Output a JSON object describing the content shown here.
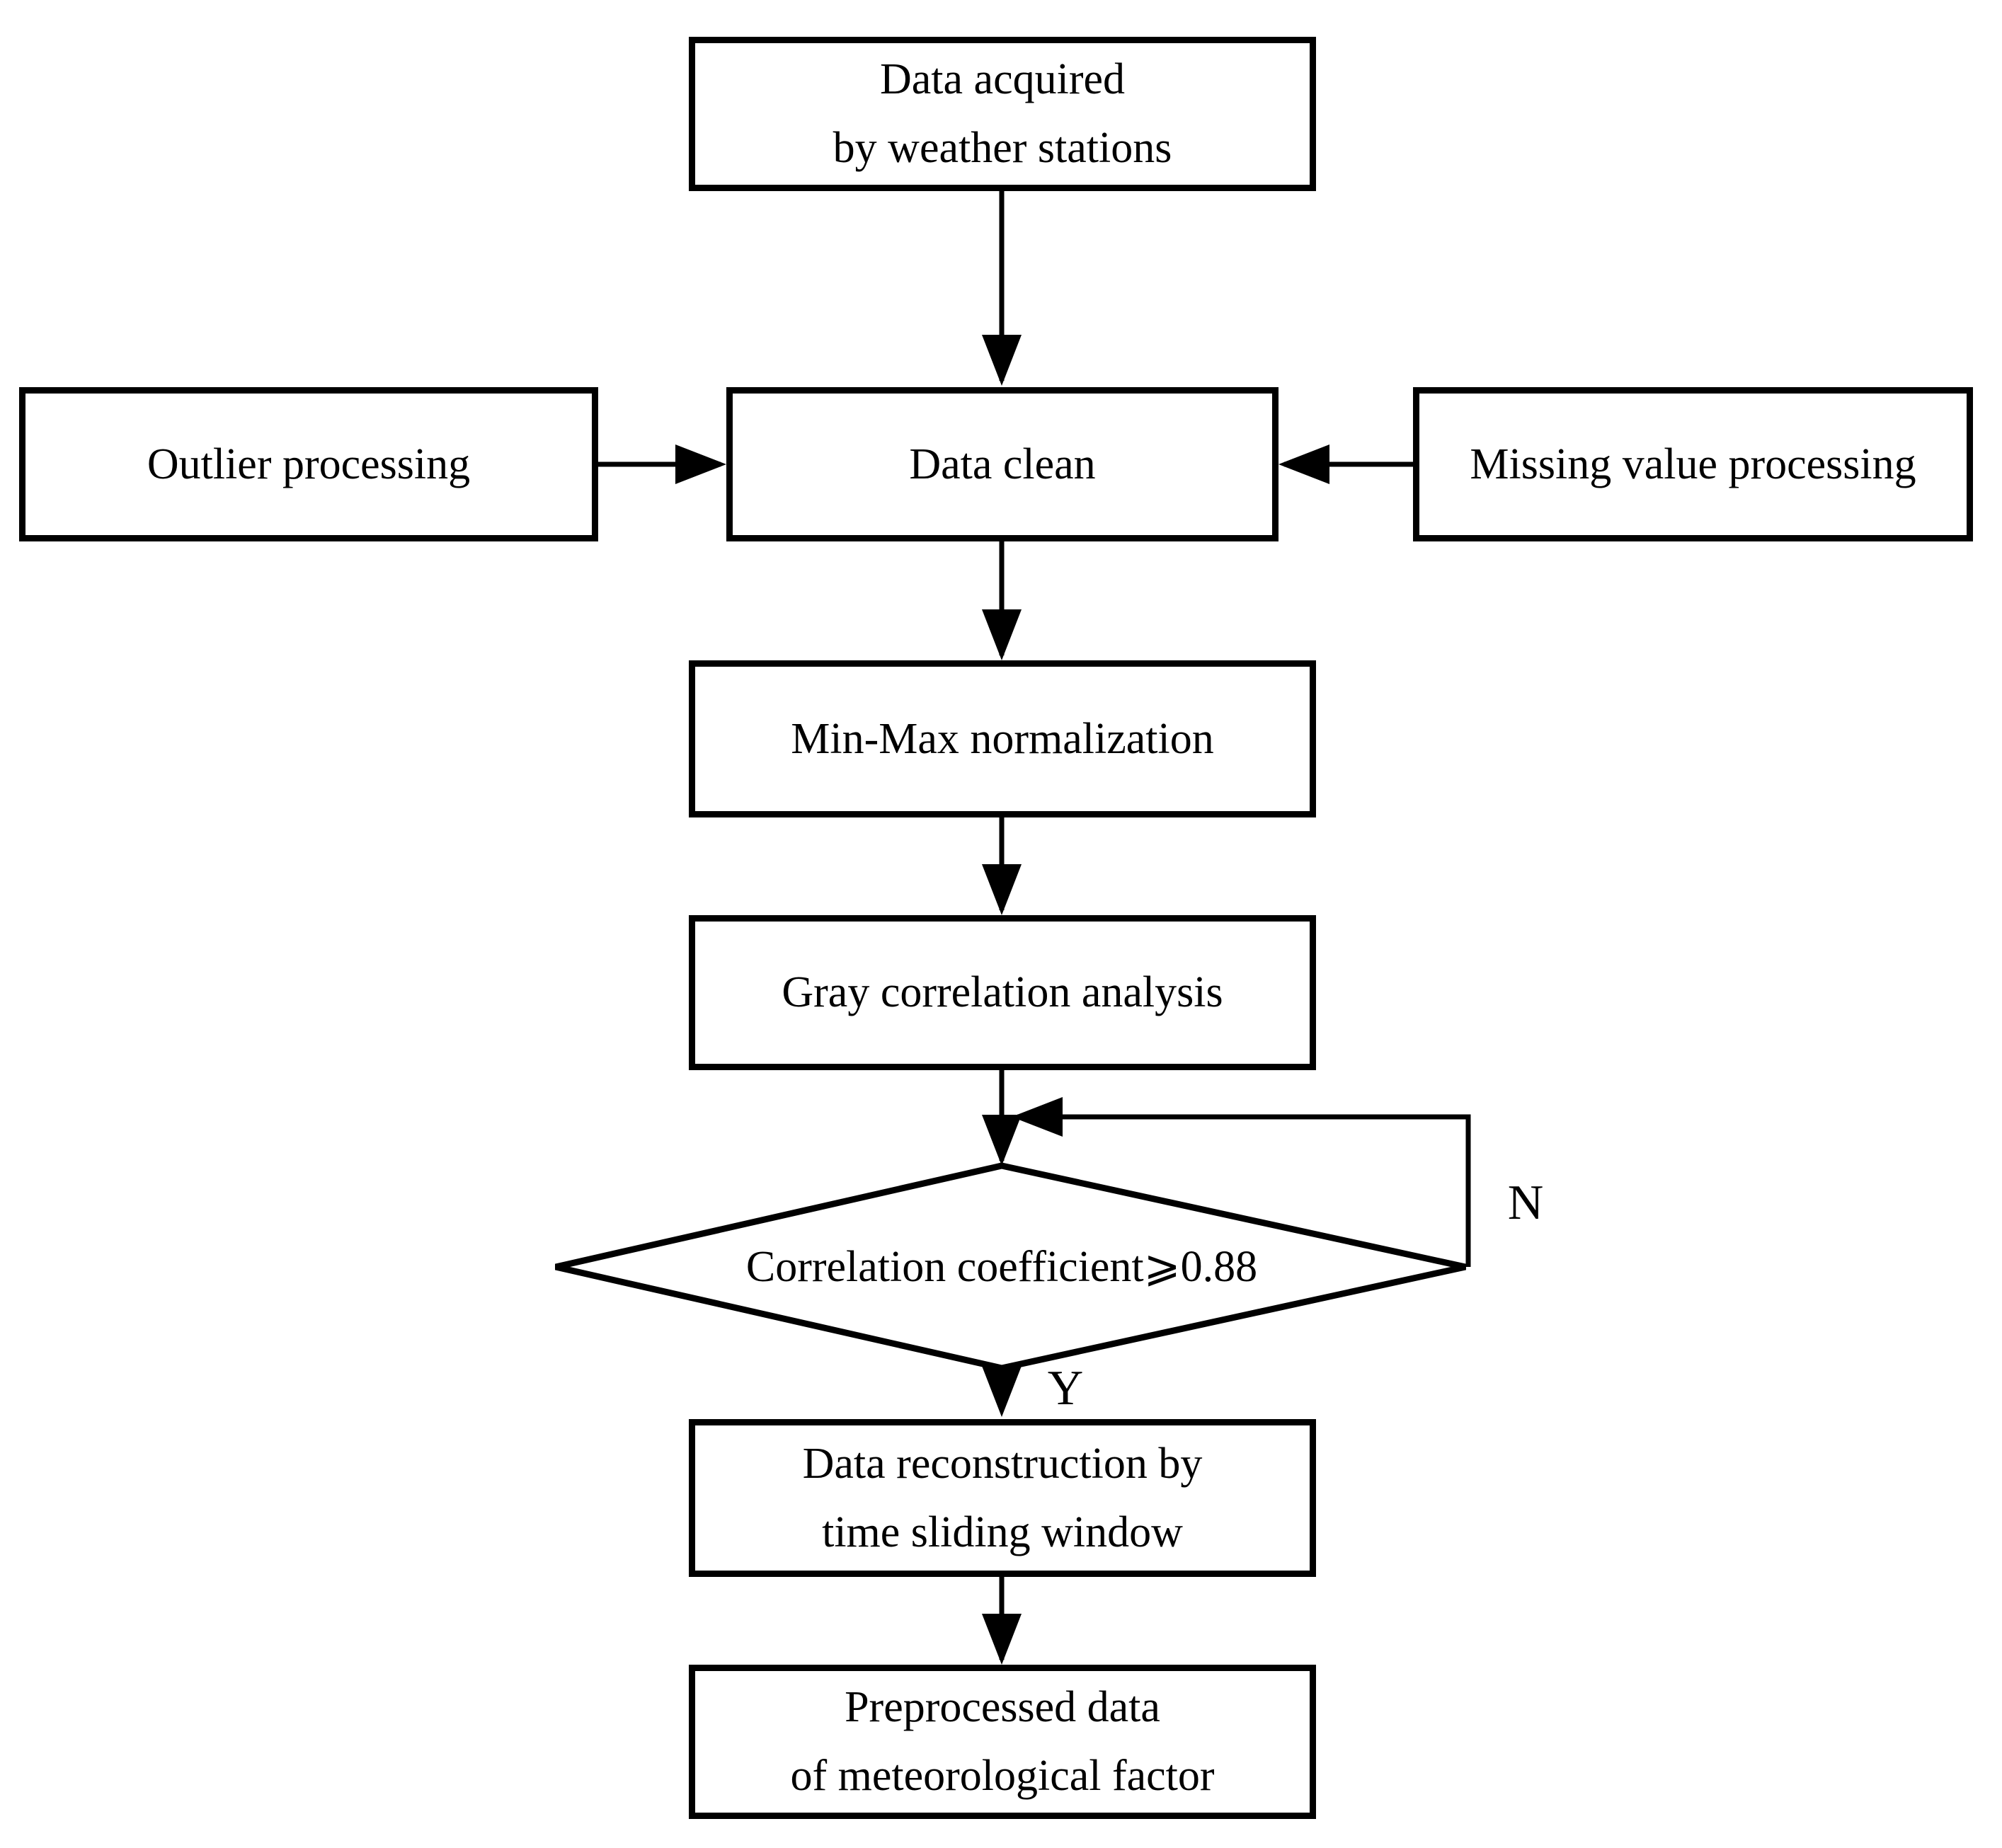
{
  "diagram": {
    "nodes": {
      "weather_station": {
        "lines": [
          "Data acquired",
          "by weather stations"
        ]
      },
      "outlier_processing": {
        "lines": [
          "Outlier processing"
        ]
      },
      "data_clean": {
        "lines": [
          "Data clean"
        ]
      },
      "missing_value_processing": {
        "lines": [
          "Missing value processing"
        ]
      },
      "min_max_normalization": {
        "lines": [
          "Min-Max normalization"
        ]
      },
      "gray_correlation_analysis": {
        "lines": [
          "Gray correlation analysis"
        ]
      },
      "decision": {
        "lines": [
          "Correlation coefficient⩾0.88"
        ]
      },
      "data_reconstruction": {
        "lines": [
          "Data reconstruction by",
          "time sliding window"
        ]
      },
      "preprocessed_data": {
        "lines": [
          "Preprocessed data",
          "of meteorological factor"
        ]
      }
    },
    "edge_labels": {
      "no": "N",
      "yes": "Y"
    },
    "colors": {
      "stroke": "#000000",
      "background": "#ffffff",
      "text": "#000000"
    }
  }
}
